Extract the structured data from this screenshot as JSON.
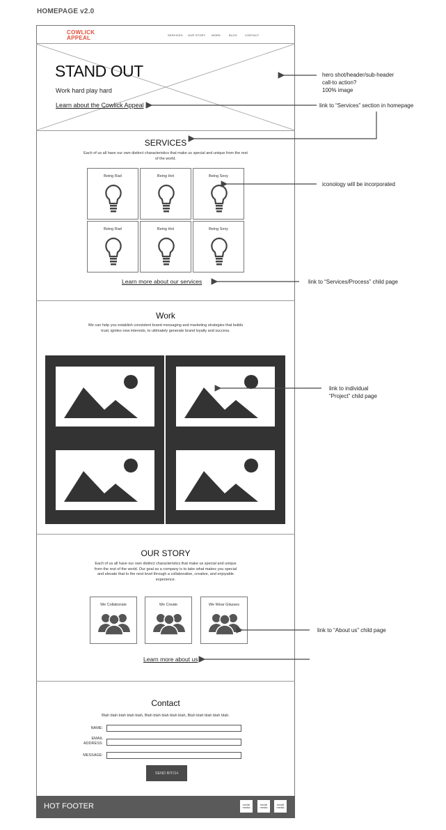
{
  "doc_title": "HOMEPAGE v2.0",
  "logo": {
    "line1": "COWLICK",
    "line2": "APPEAL"
  },
  "nav": [
    "SERVICES",
    "OUR STORY",
    "WORK",
    "BLOG",
    "CONTACT"
  ],
  "hero": {
    "title": "STAND OUT",
    "subtitle": "Work hard play hard",
    "link": "Learn about the Cowlick Appeal"
  },
  "services": {
    "title": "SERVICES",
    "description": "Each of us all have our own distinct characteristics that make us special and unique from the rest of the world.",
    "items": [
      "Being Rad",
      "Being Hot",
      "Being Sexy",
      "Being Rad",
      "Being Hot",
      "Being Sexy"
    ],
    "link": "Learn more about our services"
  },
  "work": {
    "title": "Work",
    "description": "We can help you establish consistent brand messaging and marketing strategies that builds trust, ignites new interests, to ultimately generate brand loyalty and success."
  },
  "story": {
    "title": "OUR STORY",
    "description": "Each of us all have our own distinct characteristics that make us special and unique from the rest of the world. Our goal as a company is to take what makes you special and elevate that to the next level through a collaborative, creative, and enjoyable experience.",
    "items": [
      "We Collaborate",
      "We Create",
      "We Wear Glasses"
    ],
    "link": "Learn more about us"
  },
  "contact": {
    "title": "Contact",
    "description": "Blah blah blah blah blah, Blah blah blah blah blah, Blah blah blah blah blah.",
    "name_label": "NAME:",
    "email_label_1": "EMAIL",
    "email_label_2": "ADDRESS:",
    "message_label": "MESSAGE:",
    "button": "SEND BITCH"
  },
  "footer": {
    "title": "HOT FOOTER",
    "social": [
      "social media",
      "social media",
      "social media"
    ]
  },
  "notes": {
    "hero_1": "hero shot/header/sub-header",
    "hero_2": "call-to action?",
    "hero_3": "100% image",
    "services_link": "link to “Services” section in homepage",
    "iconology": "iconology will be incorporated",
    "services_child": "link to “Services/Process” child page",
    "project_1": "link to individual",
    "project_2": "“Project” child page",
    "about": "link to “About us” child page"
  }
}
